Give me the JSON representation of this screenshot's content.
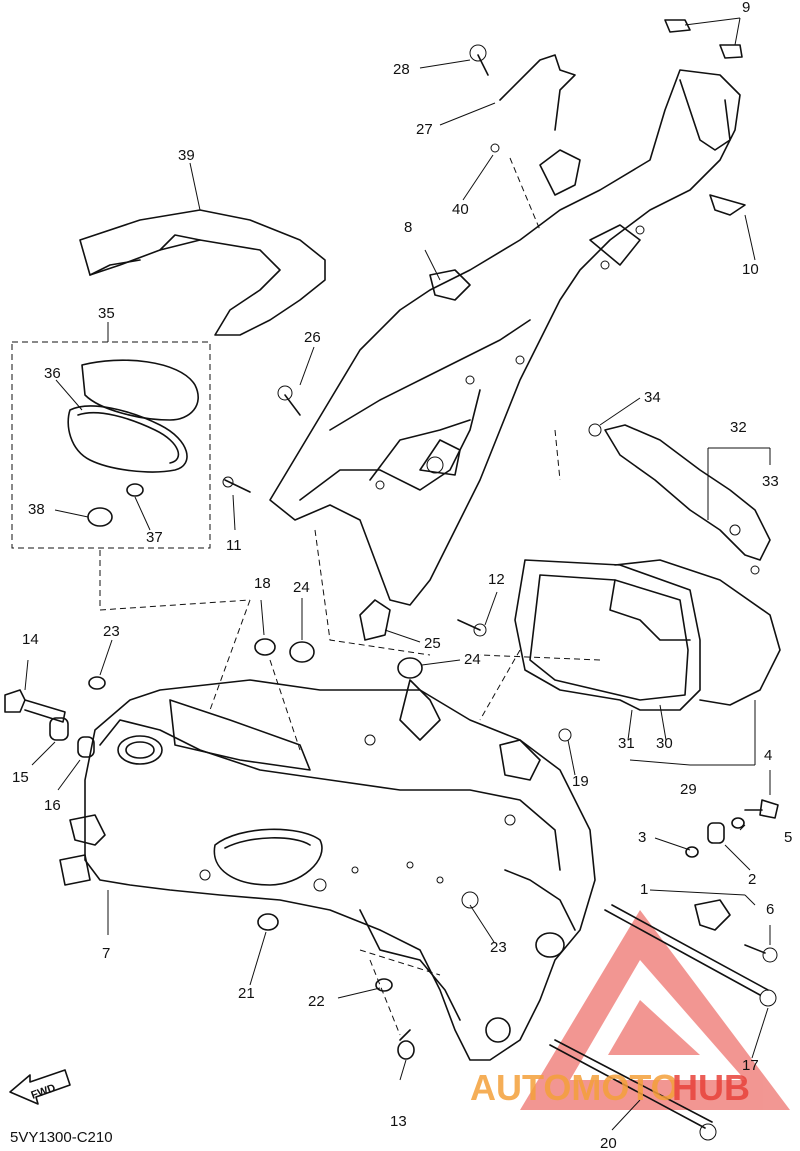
{
  "diagram": {
    "code": "5VY1300-C210",
    "fwd_label": "FWD"
  },
  "watermark": {
    "word_a": "AUTOMOTO",
    "word_b": "HUB",
    "color_a": "#f4a03a",
    "color_b": "#e8423a"
  },
  "callouts": [
    {
      "id": "c1",
      "text": "1"
    },
    {
      "id": "c2",
      "text": "2"
    },
    {
      "id": "c3",
      "text": "3"
    },
    {
      "id": "c4",
      "text": "4"
    },
    {
      "id": "c5",
      "text": "5"
    },
    {
      "id": "c6",
      "text": "6"
    },
    {
      "id": "c7",
      "text": "7"
    },
    {
      "id": "c8",
      "text": "8"
    },
    {
      "id": "c9",
      "text": "9"
    },
    {
      "id": "c10",
      "text": "10"
    },
    {
      "id": "c11",
      "text": "11"
    },
    {
      "id": "c12",
      "text": "12"
    },
    {
      "id": "c13",
      "text": "13"
    },
    {
      "id": "c14",
      "text": "14"
    },
    {
      "id": "c15",
      "text": "15"
    },
    {
      "id": "c16",
      "text": "16"
    },
    {
      "id": "c17",
      "text": "17"
    },
    {
      "id": "c18",
      "text": "18"
    },
    {
      "id": "c19",
      "text": "19"
    },
    {
      "id": "c20",
      "text": "20"
    },
    {
      "id": "c21",
      "text": "21"
    },
    {
      "id": "c22",
      "text": "22"
    },
    {
      "id": "c23a",
      "text": "23"
    },
    {
      "id": "c23b",
      "text": "23"
    },
    {
      "id": "c24a",
      "text": "24"
    },
    {
      "id": "c24b",
      "text": "24"
    },
    {
      "id": "c25",
      "text": "25"
    },
    {
      "id": "c26",
      "text": "26"
    },
    {
      "id": "c27",
      "text": "27"
    },
    {
      "id": "c28",
      "text": "28"
    },
    {
      "id": "c29",
      "text": "29"
    },
    {
      "id": "c30",
      "text": "30"
    },
    {
      "id": "c31",
      "text": "31"
    },
    {
      "id": "c32",
      "text": "32"
    },
    {
      "id": "c33",
      "text": "33"
    },
    {
      "id": "c34",
      "text": "34"
    },
    {
      "id": "c35",
      "text": "35"
    },
    {
      "id": "c36",
      "text": "36"
    },
    {
      "id": "c37",
      "text": "37"
    },
    {
      "id": "c38",
      "text": "38"
    },
    {
      "id": "c39",
      "text": "39"
    },
    {
      "id": "c40",
      "text": "40"
    }
  ]
}
